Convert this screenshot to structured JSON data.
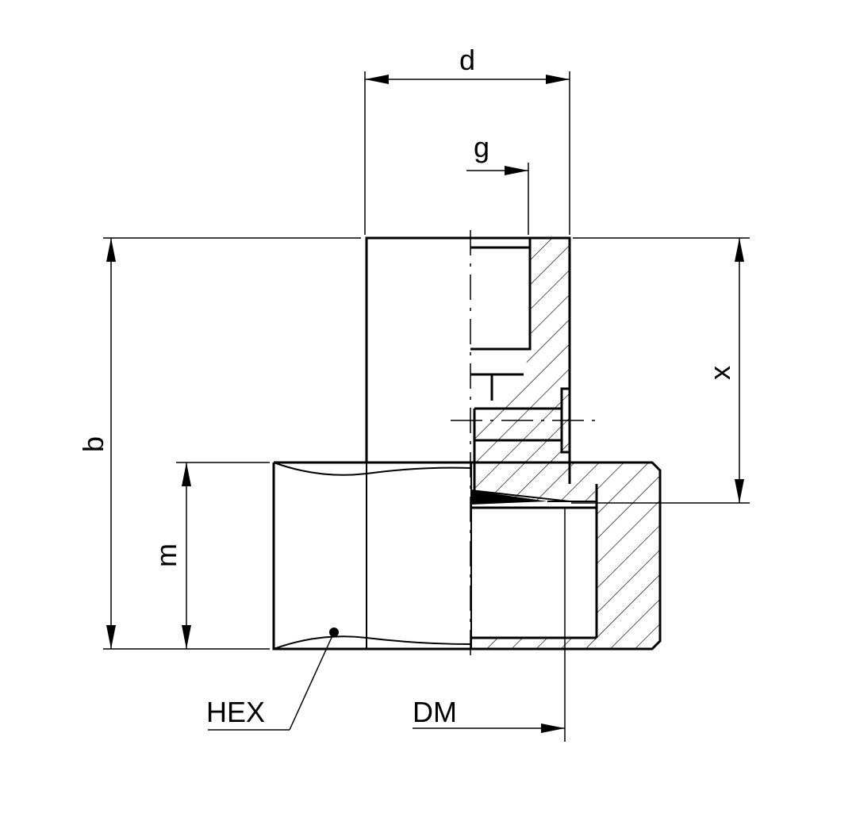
{
  "drawing": {
    "dimensions": {
      "d": "d",
      "g": "g",
      "x": "x",
      "b": "b",
      "m": "m",
      "dm": "DM"
    },
    "callouts": {
      "hex": "HEX"
    }
  },
  "colors": {
    "ink": "#000000",
    "paper": "#ffffff"
  }
}
